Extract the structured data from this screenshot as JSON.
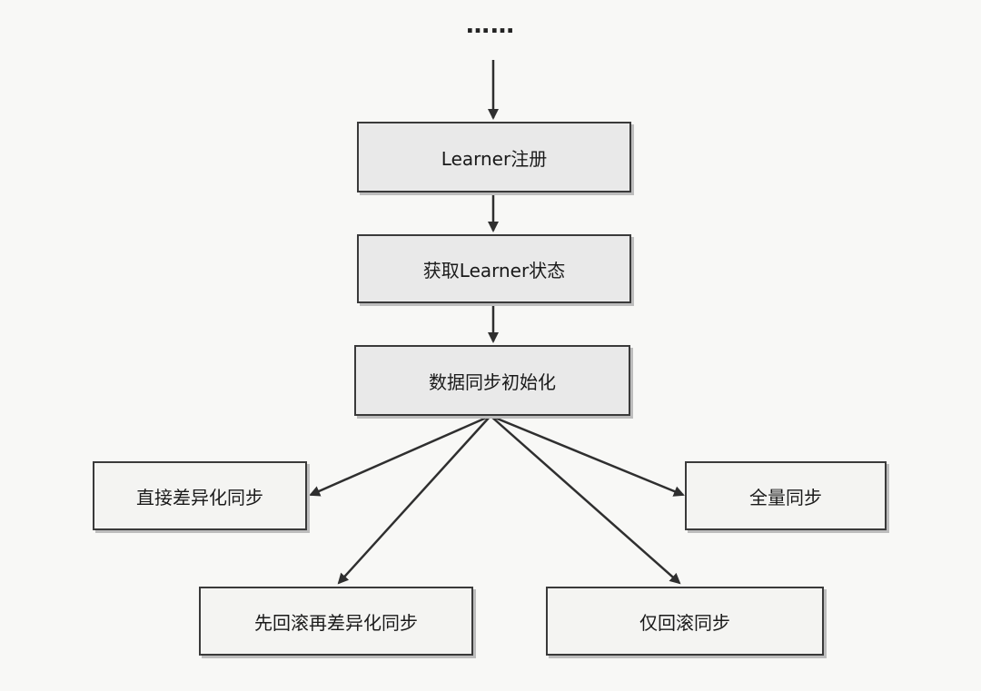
{
  "diagram": {
    "top_ellipsis": "……",
    "nodes": {
      "register": "Learner注册",
      "get_state": "获取Learner状态",
      "init_sync": "数据同步初始化",
      "direct_diff": "直接差异化同步",
      "full_sync": "全量同步",
      "rollback_then_diff": "先回滚再差异化同步",
      "rollback_only": "仅回滚同步"
    },
    "edges": [
      {
        "from": "top_ellipsis",
        "to": "register"
      },
      {
        "from": "register",
        "to": "get_state"
      },
      {
        "from": "get_state",
        "to": "init_sync"
      },
      {
        "from": "init_sync",
        "to": "direct_diff"
      },
      {
        "from": "init_sync",
        "to": "full_sync"
      },
      {
        "from": "init_sync",
        "to": "rollback_then_diff"
      },
      {
        "from": "init_sync",
        "to": "rollback_only"
      }
    ],
    "colors": {
      "box_fill": "#e9e9e9",
      "box_border": "#3a3a3a",
      "arrow": "#2f2f2f"
    }
  }
}
